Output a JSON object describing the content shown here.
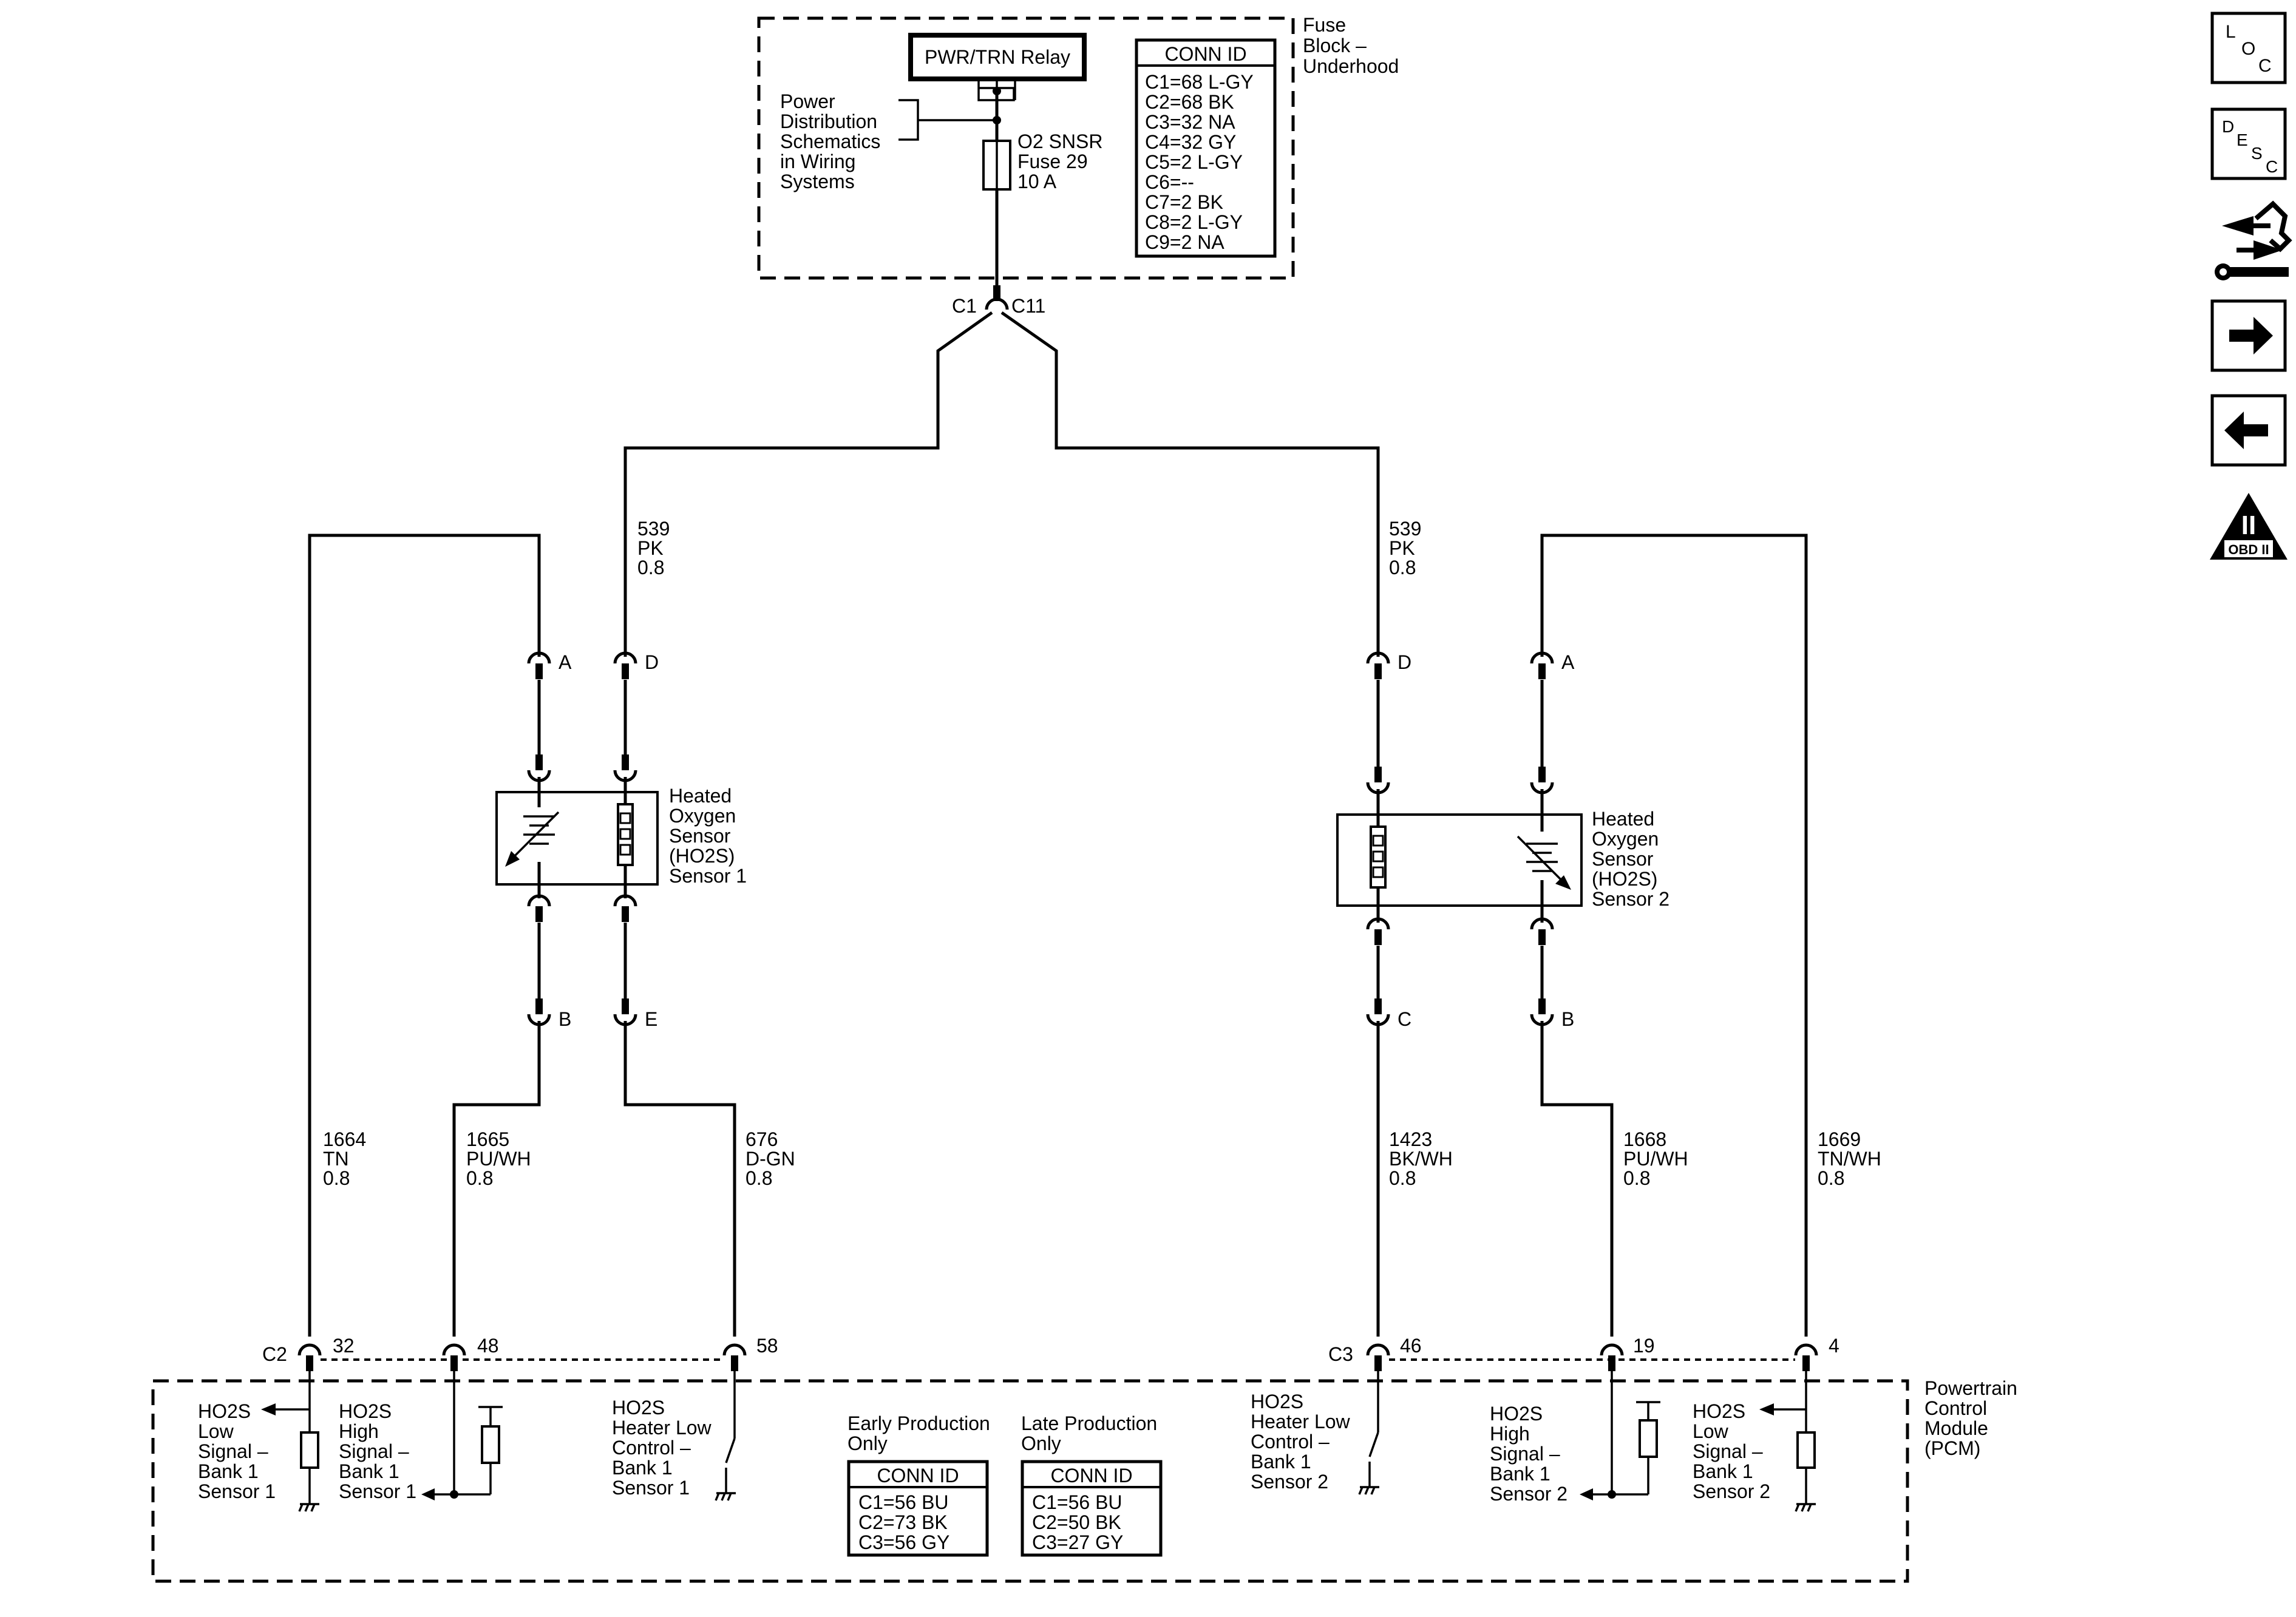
{
  "fuse_block": {
    "name_lines": [
      "Fuse",
      "Block –",
      "Underhood"
    ],
    "relay_label": "PWR/TRN Relay",
    "power_ref_lines": [
      "Power",
      "Distribution",
      "Schematics",
      "in Wiring",
      "Systems"
    ],
    "fuse_lines": [
      "O2 SNSR",
      "Fuse 29",
      "10 A"
    ],
    "conn_id": {
      "title": "CONN ID",
      "rows": [
        "C1=68 L-GY",
        "C2=68 BK",
        "C3=32 NA",
        "C4=32 GY",
        "C5=2 L-GY",
        "C6=--",
        "C7=2 BK",
        "C8=2 L-GY",
        "C9=2 NA"
      ]
    },
    "connector_left": "C1",
    "connector_right": "C11"
  },
  "wires": {
    "w539_left": [
      "539",
      "PK",
      "0.8"
    ],
    "w539_right": [
      "539",
      "PK",
      "0.8"
    ],
    "w1664": [
      "1664",
      "TN",
      "0.8"
    ],
    "w1665": [
      "1665",
      "PU/WH",
      "0.8"
    ],
    "w676": [
      "676",
      "D-GN",
      "0.8"
    ],
    "w1423": [
      "1423",
      "BK/WH",
      "0.8"
    ],
    "w1668": [
      "1668",
      "PU/WH",
      "0.8"
    ],
    "w1669": [
      "1669",
      "TN/WH",
      "0.8"
    ]
  },
  "sensor1": {
    "label_lines": [
      "Heated",
      "Oxygen",
      "Sensor",
      "(HO2S)",
      "Sensor 1"
    ],
    "pins": {
      "A": "A",
      "D": "D",
      "B": "B",
      "E": "E"
    }
  },
  "sensor2": {
    "label_lines": [
      "Heated",
      "Oxygen",
      "Sensor",
      "(HO2S)",
      "Sensor 2"
    ],
    "pins": {
      "D": "D",
      "A": "A",
      "C": "C",
      "B": "B"
    }
  },
  "pcm": {
    "name_lines": [
      "Powertrain",
      "Control",
      "Module",
      "(PCM)"
    ],
    "conn_c2": "C2",
    "conn_c3": "C3",
    "pins": {
      "p32": "32",
      "p48": "48",
      "p58": "58",
      "p46": "46",
      "p19": "19",
      "p4": "4"
    },
    "circuits": {
      "low_b1s1": [
        "HO2S",
        "Low",
        "Signal –",
        "Bank 1",
        "Sensor 1"
      ],
      "high_b1s1": [
        "HO2S",
        "High",
        "Signal –",
        "Bank 1",
        "Sensor 1"
      ],
      "heater_s1": [
        "HO2S",
        "Heater Low",
        "Control –",
        "Bank 1",
        "Sensor 1"
      ],
      "heater_s2": [
        "HO2S",
        "Heater Low",
        "Control –",
        "Bank 1",
        "Sensor 2"
      ],
      "high_b1s2": [
        "HO2S",
        "High",
        "Signal –",
        "Bank 1",
        "Sensor 2"
      ],
      "low_b1s2": [
        "HO2S",
        "Low",
        "Signal –",
        "Bank 1",
        "Sensor 2"
      ]
    },
    "early": {
      "heading_lines": [
        "Early Production",
        "Only"
      ],
      "title": "CONN ID",
      "rows": [
        "C1=56 BU",
        "C2=73 BK",
        "C3=56 GY"
      ]
    },
    "late": {
      "heading_lines": [
        "Late Production",
        "Only"
      ],
      "title": "CONN ID",
      "rows": [
        "C1=56 BU",
        "C2=50 BK",
        "C3=27 GY"
      ]
    }
  },
  "nav": {
    "loc": [
      "L",
      "O",
      "C"
    ],
    "desc": [
      "D",
      "E",
      "S",
      "C"
    ],
    "obd": "OBD II",
    "obd_mark": "II"
  }
}
